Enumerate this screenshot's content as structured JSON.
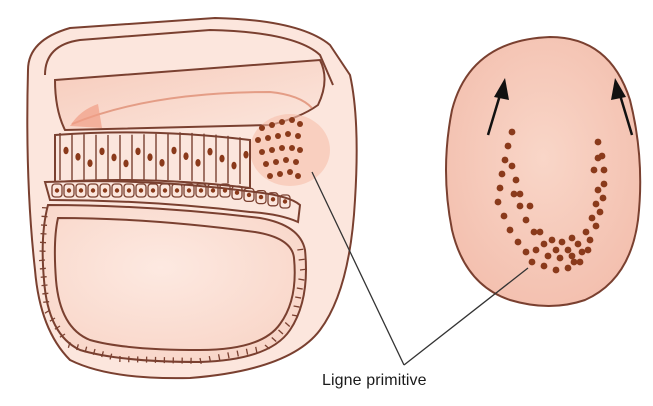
{
  "figure": {
    "label": "Ligne primitive"
  },
  "colors": {
    "outline": "#7a4030",
    "tissue_light": "#fbe3d9",
    "tissue_mid": "#f6c9b7",
    "tissue_deep": "#f19e86",
    "cell_dot": "#8a3a1b",
    "arrow": "#111111",
    "leader_line": "#333333"
  },
  "icons": {
    "left": "embryo-cross-section",
    "right": "embryonic-disc-top-view",
    "arrows": "migration-arrow"
  }
}
